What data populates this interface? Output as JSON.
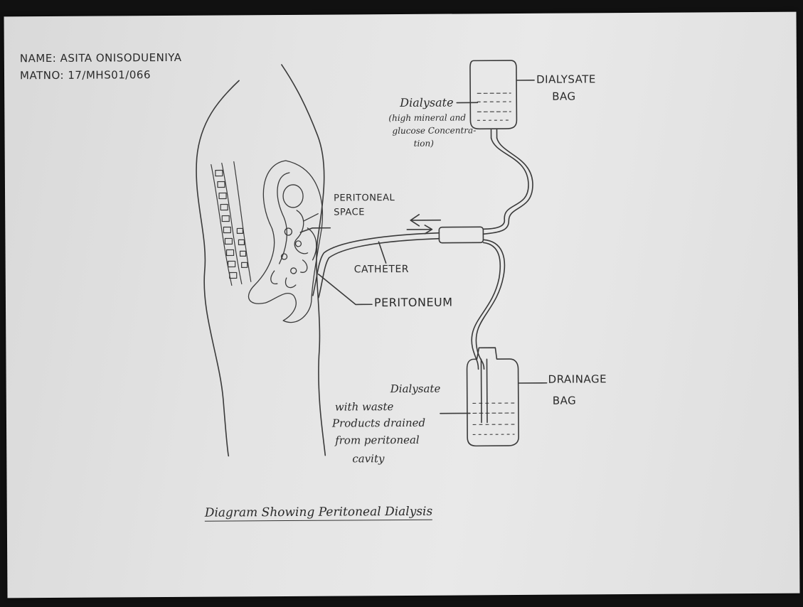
{
  "header": {
    "name": "NAME: ASITA ONISODUENIYA",
    "matno": "MATNO: 17/MHS01/066"
  },
  "labels": {
    "dialysate_bag": [
      "DIALYSATE",
      "BAG"
    ],
    "dialysate_note": [
      "Dialysate",
      "(high mineral and",
      "glucose Concentra-",
      "tion)"
    ],
    "peritoneal_space": [
      "PERITONEAL",
      "SPACE"
    ],
    "catheter": "CATHETER",
    "peritoneum": "PERITONEUM",
    "drainage_bag": [
      "DRAINAGE",
      "BAG"
    ],
    "drained_note": [
      "Dialysate",
      "with waste",
      "Products drained",
      "from peritoneal",
      "cavity"
    ]
  },
  "title": "Diagram Showing Peritoneal Dialysis"
}
